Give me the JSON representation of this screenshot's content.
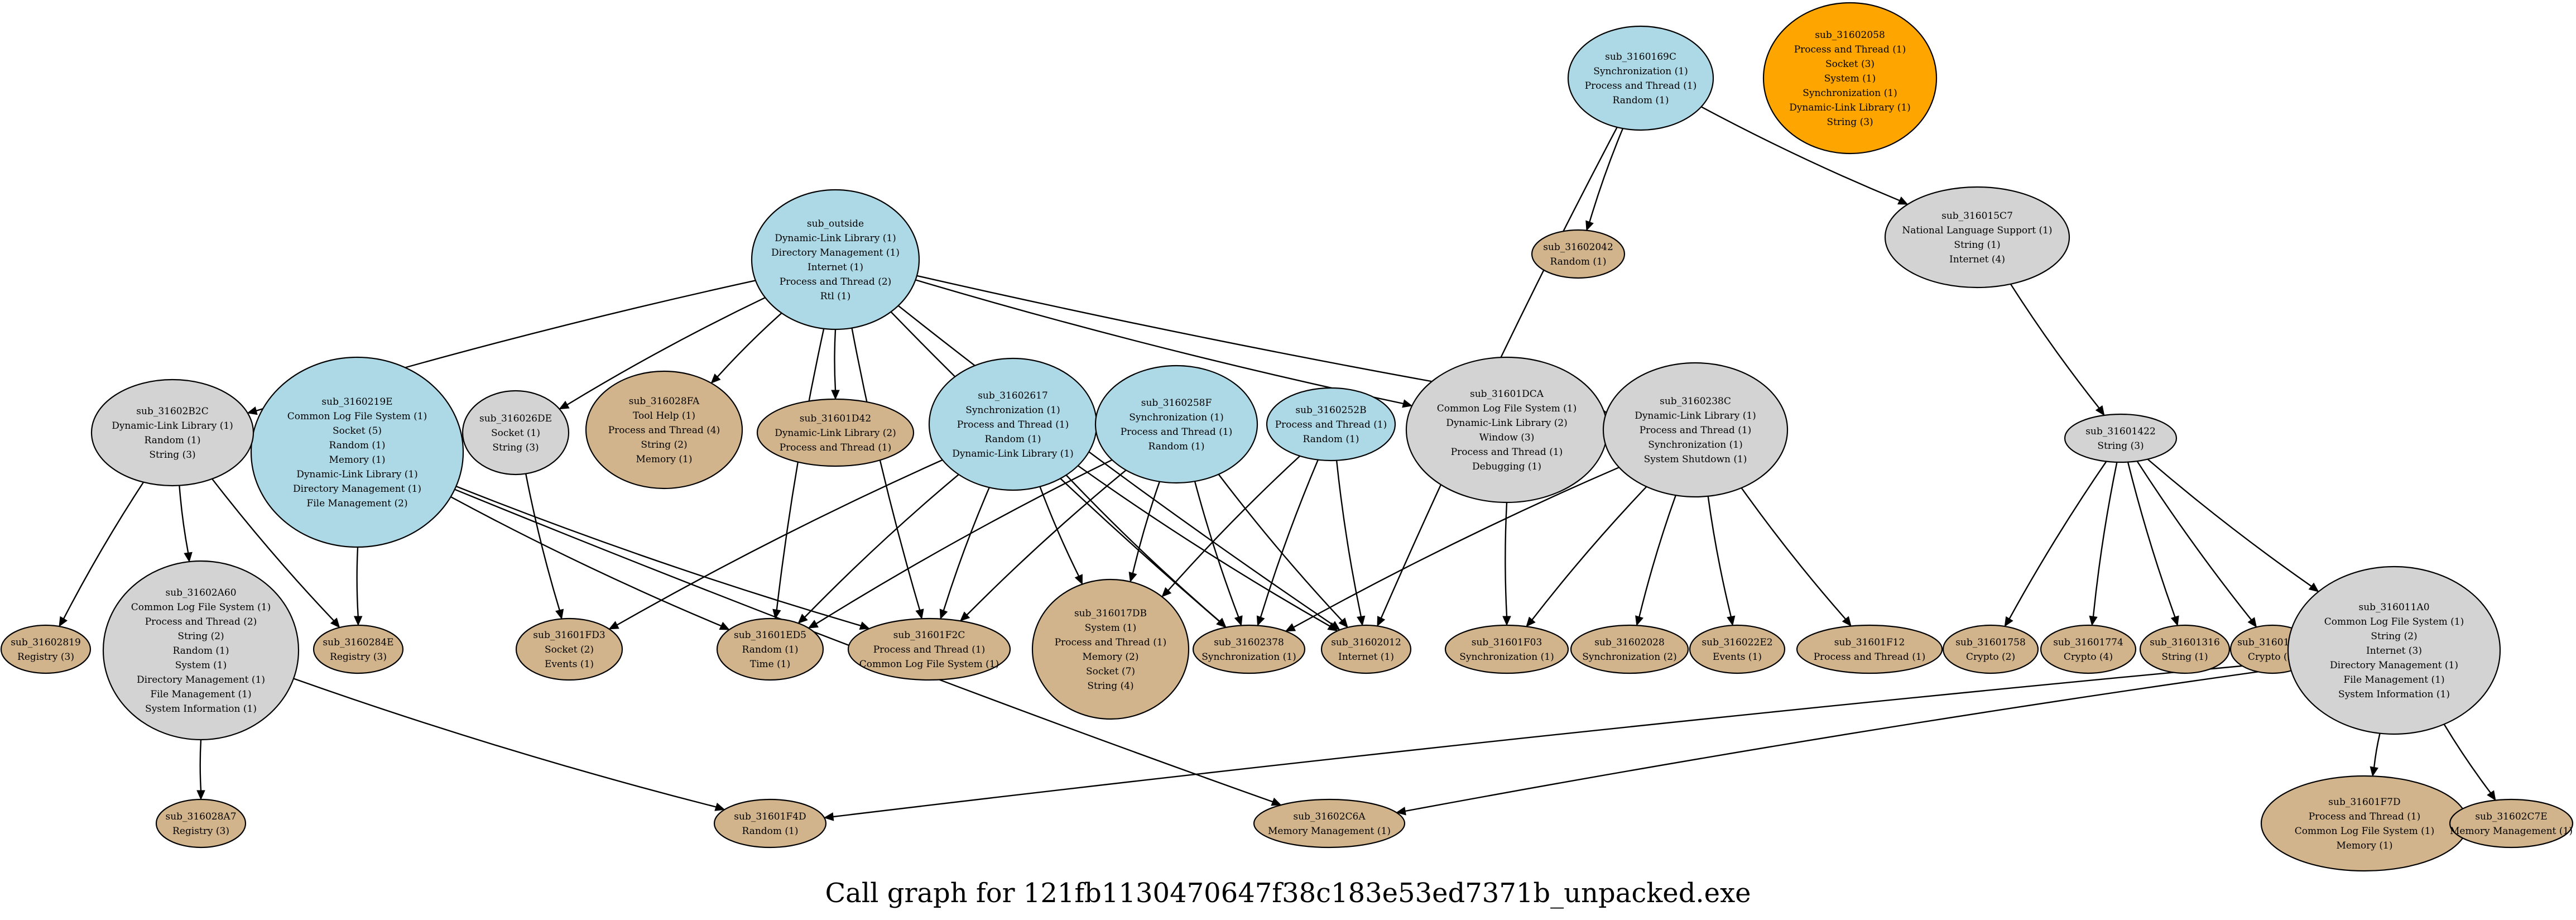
{
  "colors": {
    "entry": "#add8e6",
    "internal": "#d3d3d3",
    "leaf": "#d2b48c",
    "isolated": "#ffa500",
    "edge": "#000000"
  },
  "caption": "Call graph for 121fb1130470647f38c183e53ed7371b_unpacked.exe",
  "nodes": [
    {
      "id": "sub_3160169C",
      "kind": "entry",
      "lines": [
        "sub_3160169C",
        "Synchronization (1)",
        "Process and Thread (1)",
        "Random (1)"
      ]
    },
    {
      "id": "sub_31602058",
      "kind": "isolated",
      "lines": [
        "sub_31602058",
        "Process and Thread (1)",
        "Socket (3)",
        "System (1)",
        "Synchronization (1)",
        "Dynamic-Link Library (1)",
        "String (3)"
      ]
    },
    {
      "id": "sub_31602042",
      "kind": "leaf",
      "lines": [
        "sub_31602042",
        "Random (1)"
      ]
    },
    {
      "id": "sub_316015C7",
      "kind": "internal",
      "lines": [
        "sub_316015C7",
        "National Language Support (1)",
        "String (1)",
        "Internet (4)"
      ]
    },
    {
      "id": "sub_outside",
      "kind": "entry",
      "lines": [
        "sub_outside",
        "Dynamic-Link Library (1)",
        "Directory Management (1)",
        "Internet (1)",
        "Process and Thread (2)",
        "Rtl (1)"
      ]
    },
    {
      "id": "sub_3160219E",
      "kind": "entry",
      "lines": [
        "sub_3160219E",
        "Common Log File System (1)",
        "Socket (5)",
        "Random (1)",
        "Memory (1)",
        "Dynamic-Link Library (1)",
        "Directory Management (1)",
        "File Management (2)"
      ]
    },
    {
      "id": "sub_31602B2C",
      "kind": "internal",
      "lines": [
        "sub_31602B2C",
        "Dynamic-Link Library (1)",
        "Random (1)",
        "String (3)"
      ]
    },
    {
      "id": "sub_316026DE",
      "kind": "internal",
      "lines": [
        "sub_316026DE",
        "Socket (1)",
        "String (3)"
      ]
    },
    {
      "id": "sub_316028FA",
      "kind": "leaf",
      "lines": [
        "sub_316028FA",
        "Tool Help (1)",
        "Process and Thread (4)",
        "String (2)",
        "Memory (1)"
      ]
    },
    {
      "id": "sub_31601D42",
      "kind": "leaf",
      "lines": [
        "sub_31601D42",
        "Dynamic-Link Library (2)",
        "Process and Thread (1)"
      ]
    },
    {
      "id": "sub_31602617",
      "kind": "entry",
      "lines": [
        "sub_31602617",
        "Synchronization (1)",
        "Process and Thread (1)",
        "Random (1)",
        "Dynamic-Link Library (1)"
      ]
    },
    {
      "id": "sub_3160258F",
      "kind": "entry",
      "lines": [
        "sub_3160258F",
        "Synchronization (1)",
        "Process and Thread (1)",
        "Random (1)"
      ]
    },
    {
      "id": "sub_3160252B",
      "kind": "entry",
      "lines": [
        "sub_3160252B",
        "Process and Thread (1)",
        "Random (1)"
      ]
    },
    {
      "id": "sub_31601DCA",
      "kind": "internal",
      "lines": [
        "sub_31601DCA",
        "Common Log File System (1)",
        "Dynamic-Link Library (2)",
        "Window (3)",
        "Process and Thread (1)",
        "Debugging (1)"
      ]
    },
    {
      "id": "sub_3160238C",
      "kind": "internal",
      "lines": [
        "sub_3160238C",
        "Dynamic-Link Library (1)",
        "Process and Thread (1)",
        "Synchronization (1)",
        "System Shutdown (1)"
      ]
    },
    {
      "id": "sub_31601422",
      "kind": "internal",
      "lines": [
        "sub_31601422",
        "String (3)"
      ]
    },
    {
      "id": "sub_31602819",
      "kind": "leaf",
      "lines": [
        "sub_31602819",
        "Registry (3)"
      ]
    },
    {
      "id": "sub_31602A60",
      "kind": "internal",
      "lines": [
        "sub_31602A60",
        "Common Log File System (1)",
        "Process and Thread (2)",
        "String (2)",
        "Random (1)",
        "System (1)",
        "Directory Management (1)",
        "File Management (1)",
        "System Information (1)"
      ]
    },
    {
      "id": "sub_3160284E",
      "kind": "leaf",
      "lines": [
        "sub_3160284E",
        "Registry (3)"
      ]
    },
    {
      "id": "sub_31601FD3",
      "kind": "leaf",
      "lines": [
        "sub_31601FD3",
        "Socket (2)",
        "Events (1)"
      ]
    },
    {
      "id": "sub_31601ED5",
      "kind": "leaf",
      "lines": [
        "sub_31601ED5",
        "Random (1)",
        "Time (1)"
      ]
    },
    {
      "id": "sub_31601F2C",
      "kind": "leaf",
      "lines": [
        "sub_31601F2C",
        "Process and Thread (1)",
        "Common Log File System (1)"
      ]
    },
    {
      "id": "sub_316017DB",
      "kind": "leaf",
      "lines": [
        "sub_316017DB",
        "System (1)",
        "Process and Thread (1)",
        "Memory (2)",
        "Socket (7)",
        "String (4)"
      ]
    },
    {
      "id": "sub_31602378",
      "kind": "leaf",
      "lines": [
        "sub_31602378",
        "Synchronization (1)"
      ]
    },
    {
      "id": "sub_31602012",
      "kind": "leaf",
      "lines": [
        "sub_31602012",
        "Internet (1)"
      ]
    },
    {
      "id": "sub_31601F03",
      "kind": "leaf",
      "lines": [
        "sub_31601F03",
        "Synchronization (1)"
      ]
    },
    {
      "id": "sub_31602028",
      "kind": "leaf",
      "lines": [
        "sub_31602028",
        "Synchronization (2)"
      ]
    },
    {
      "id": "sub_316022E2",
      "kind": "leaf",
      "lines": [
        "sub_316022E2",
        "Events (1)"
      ]
    },
    {
      "id": "sub_31601F12",
      "kind": "leaf",
      "lines": [
        "sub_31601F12",
        "Process and Thread (1)"
      ]
    },
    {
      "id": "sub_31601758",
      "kind": "leaf",
      "lines": [
        "sub_31601758",
        "Crypto (2)"
      ]
    },
    {
      "id": "sub_31601774",
      "kind": "leaf",
      "lines": [
        "sub_31601774",
        "Crypto (4)"
      ]
    },
    {
      "id": "sub_31601316",
      "kind": "leaf",
      "lines": [
        "sub_31601316",
        "String (1)"
      ]
    },
    {
      "id": "sub_31601709",
      "kind": "leaf",
      "lines": [
        "sub_31601709",
        "Crypto (2)"
      ]
    },
    {
      "id": "sub_316011A0",
      "kind": "internal",
      "lines": [
        "sub_316011A0",
        "Common Log File System (1)",
        "String (2)",
        "Internet (3)",
        "Directory Management (1)",
        "File Management (1)",
        "System Information (1)"
      ]
    },
    {
      "id": "sub_316028A7",
      "kind": "leaf",
      "lines": [
        "sub_316028A7",
        "Registry (3)"
      ]
    },
    {
      "id": "sub_31601F4D",
      "kind": "leaf",
      "lines": [
        "sub_31601F4D",
        "Random (1)"
      ]
    },
    {
      "id": "sub_31602C6A",
      "kind": "leaf",
      "lines": [
        "sub_31602C6A",
        "Memory Management (1)"
      ]
    },
    {
      "id": "sub_31601F7D",
      "kind": "leaf",
      "lines": [
        "sub_31601F7D",
        "Process and Thread (1)",
        "Common Log File System (1)",
        "Memory (1)"
      ]
    },
    {
      "id": "sub_31602C7E",
      "kind": "leaf",
      "lines": [
        "sub_31602C7E",
        "Memory Management (1)"
      ]
    }
  ],
  "edges": [
    [
      "sub_3160169C",
      "sub_31602042"
    ],
    [
      "sub_3160169C",
      "sub_316015C7"
    ],
    [
      "sub_3160169C",
      "sub_31602012"
    ],
    [
      "sub_316015C7",
      "sub_31601422"
    ],
    [
      "sub_outside",
      "sub_31602B2C"
    ],
    [
      "sub_outside",
      "sub_316026DE"
    ],
    [
      "sub_outside",
      "sub_316028FA"
    ],
    [
      "sub_outside",
      "sub_31601D42"
    ],
    [
      "sub_outside",
      "sub_31601ED5"
    ],
    [
      "sub_outside",
      "sub_31601F2C"
    ],
    [
      "sub_outside",
      "sub_31601DCA"
    ],
    [
      "sub_outside",
      "sub_3160238C"
    ],
    [
      "sub_outside",
      "sub_31602012"
    ],
    [
      "sub_outside",
      "sub_31602378"
    ],
    [
      "sub_31602B2C",
      "sub_31602819"
    ],
    [
      "sub_31602B2C",
      "sub_31602A60"
    ],
    [
      "sub_31602B2C",
      "sub_3160284E"
    ],
    [
      "sub_3160219E",
      "sub_3160284E"
    ],
    [
      "sub_3160219E",
      "sub_31601ED5"
    ],
    [
      "sub_3160219E",
      "sub_31601F2C"
    ],
    [
      "sub_3160219E",
      "sub_31602C6A"
    ],
    [
      "sub_316026DE",
      "sub_31601FD3"
    ],
    [
      "sub_31602617",
      "sub_31601FD3"
    ],
    [
      "sub_31602617",
      "sub_31601ED5"
    ],
    [
      "sub_31602617",
      "sub_31601F2C"
    ],
    [
      "sub_31602617",
      "sub_316017DB"
    ],
    [
      "sub_31602617",
      "sub_31602378"
    ],
    [
      "sub_31602617",
      "sub_31602012"
    ],
    [
      "sub_3160258F",
      "sub_31601ED5"
    ],
    [
      "sub_3160258F",
      "sub_31601F2C"
    ],
    [
      "sub_3160258F",
      "sub_316017DB"
    ],
    [
      "sub_3160258F",
      "sub_31602378"
    ],
    [
      "sub_3160258F",
      "sub_31602012"
    ],
    [
      "sub_3160252B",
      "sub_316017DB"
    ],
    [
      "sub_3160252B",
      "sub_31602378"
    ],
    [
      "sub_3160252B",
      "sub_31602012"
    ],
    [
      "sub_31601DCA",
      "sub_31601F03"
    ],
    [
      "sub_3160238C",
      "sub_31602378"
    ],
    [
      "sub_3160238C",
      "sub_31601F03"
    ],
    [
      "sub_3160238C",
      "sub_31602028"
    ],
    [
      "sub_3160238C",
      "sub_316022E2"
    ],
    [
      "sub_3160238C",
      "sub_31601F12"
    ],
    [
      "sub_31601422",
      "sub_31601758"
    ],
    [
      "sub_31601422",
      "sub_31601774"
    ],
    [
      "sub_31601422",
      "sub_31601316"
    ],
    [
      "sub_31601422",
      "sub_31601709"
    ],
    [
      "sub_31601422",
      "sub_316011A0"
    ],
    [
      "sub_31602A60",
      "sub_316028A7"
    ],
    [
      "sub_31602A60",
      "sub_31601F4D"
    ],
    [
      "sub_316011A0",
      "sub_31601F4D"
    ],
    [
      "sub_316011A0",
      "sub_31602C6A"
    ],
    [
      "sub_316011A0",
      "sub_31601F7D"
    ],
    [
      "sub_316011A0",
      "sub_31602C7E"
    ]
  ]
}
